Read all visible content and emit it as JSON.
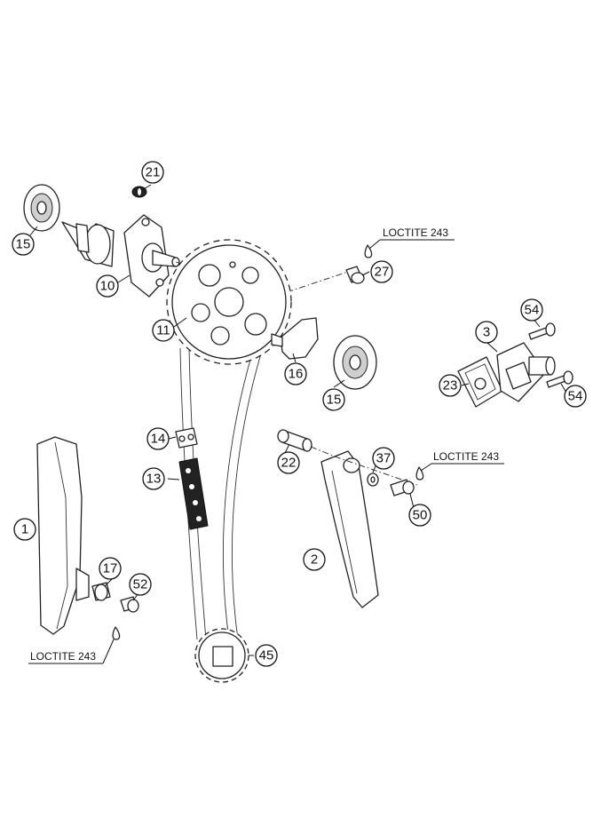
{
  "callouts": [
    {
      "id": "c1",
      "label": "1"
    },
    {
      "id": "c2",
      "label": "2"
    },
    {
      "id": "c3",
      "label": "3"
    },
    {
      "id": "c10",
      "label": "10"
    },
    {
      "id": "c11",
      "label": "11"
    },
    {
      "id": "c13",
      "label": "13"
    },
    {
      "id": "c14",
      "label": "14"
    },
    {
      "id": "c15a",
      "label": "15"
    },
    {
      "id": "c15b",
      "label": "15"
    },
    {
      "id": "c16",
      "label": "16"
    },
    {
      "id": "c17",
      "label": "17"
    },
    {
      "id": "c21",
      "label": "21"
    },
    {
      "id": "c22",
      "label": "22"
    },
    {
      "id": "c23",
      "label": "23"
    },
    {
      "id": "c27",
      "label": "27"
    },
    {
      "id": "c37",
      "label": "37"
    },
    {
      "id": "c45",
      "label": "45"
    },
    {
      "id": "c50",
      "label": "50"
    },
    {
      "id": "c52",
      "label": "52"
    },
    {
      "id": "c54a",
      "label": "54"
    },
    {
      "id": "c54b",
      "label": "54"
    }
  ],
  "notes": {
    "loctite_top": "LOCTITE 243",
    "loctite_right": "LOCTITE 243",
    "loctite_left": "LOCTITE 243"
  }
}
